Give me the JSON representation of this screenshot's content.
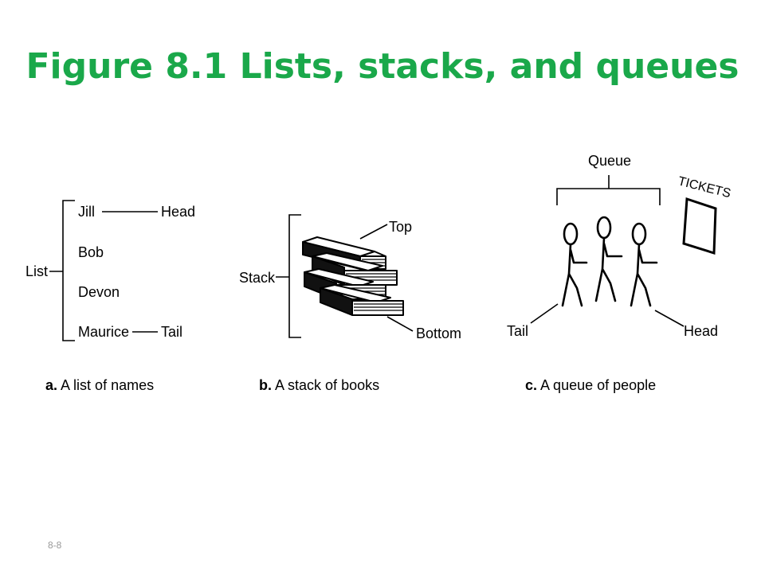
{
  "title": "Figure 8.1  Lists, stacks, and queues",
  "colors": {
    "title": "#1aa84a",
    "ink": "#000000",
    "page_number": "#999999"
  },
  "list": {
    "label": "List",
    "items": [
      "Jill",
      "Bob",
      "Devon",
      "Maurice"
    ],
    "head_label": "Head",
    "tail_label": "Tail",
    "caption_letter": "a.",
    "caption_text": " A list of names"
  },
  "stack": {
    "label": "Stack",
    "top_label": "Top",
    "bottom_label": "Bottom",
    "caption_letter": "b.",
    "caption_text": " A stack of books"
  },
  "queue": {
    "label": "Queue",
    "tickets_label": "TICKETS",
    "tail_label": "Tail",
    "head_label": "Head",
    "caption_letter": "c.",
    "caption_text": " A queue of people"
  },
  "page_number": "8-8"
}
